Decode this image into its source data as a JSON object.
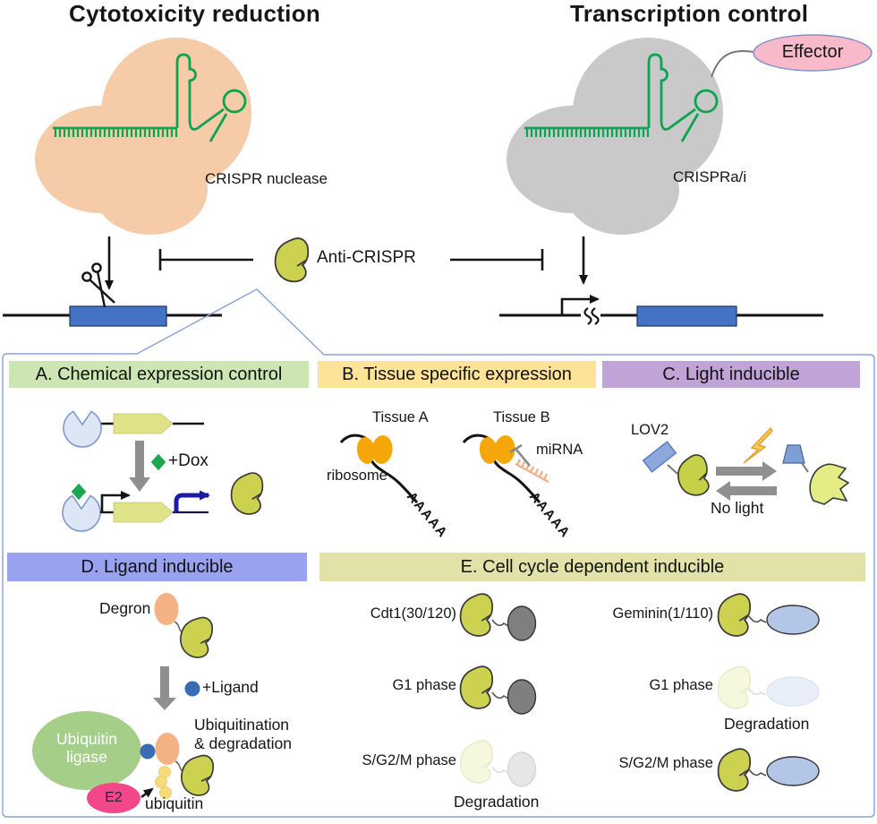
{
  "top": {
    "left_title": "Cytotoxicity reduction",
    "right_title": "Transcription control",
    "crispr_nuclease_label": "CRISPR nuclease",
    "crispra_label": "CRISPRa/i",
    "effector_label": "Effector",
    "anti_crispr_label": "Anti-CRISPR"
  },
  "panel_a": {
    "title": "A. Chemical expression control",
    "dox_label": "+Dox"
  },
  "panel_b": {
    "title": "B. Tissue specific expression",
    "tissue_a_label": "Tissue A",
    "tissue_b_label": "Tissue B",
    "ribosome_label": "ribosome",
    "mirna_label": "miRNA",
    "polya_a": "AAAAA",
    "polya_b": "AAAAA"
  },
  "panel_c": {
    "title": "C. Light inducible",
    "lov2_label": "LOV2",
    "no_light_label": "No light"
  },
  "panel_d": {
    "title": "D. Ligand inducible",
    "degron_label": "Degron",
    "ligand_label": "+Ligand",
    "ubiquitin_ligase_label": "Ubiquitin ligase",
    "ubiquitination_line1": "Ubiquitination",
    "ubiquitination_line2": "& degradation",
    "e2_label": "E2",
    "ubiquitin_label": "ubiquitin"
  },
  "panel_e": {
    "title": "E. Cell cycle dependent inducible",
    "left_column": {
      "fusion_label": "Cdt1(30/120)",
      "g1_label": "G1 phase",
      "sg2m_label": "S/G2/M phase",
      "degradation_label": "Degradation"
    },
    "right_column": {
      "fusion_label": "Geminin(1/110)",
      "g1_label": "G1 phase",
      "degradation_label": "Degradation",
      "sg2m_label": "S/G2/M phase"
    }
  },
  "colors": {
    "nuclease_body": "#f5cba8",
    "crispra_body": "#c9c9c9",
    "sgrna_green": "#0ca351",
    "anti_crispr_fill": "#ccd24f",
    "dna_box_blue": "#4472c4",
    "effector_pink": "#f8b9ca",
    "header_a_green": "#cbe6b2",
    "header_b_gold": "#fce398",
    "header_c_purple": "#c0a4d8",
    "header_d_periwinkle": "#98a2ee",
    "header_e_khaki": "#e2e2a8",
    "ribosome_orange": "#f5a70a",
    "mirna_salmon": "#efb28e",
    "degron_orange": "#f4b183",
    "ligand_blue": "#3a6bb5",
    "ubiquitin_ligase_green": "#a5cf88",
    "e2_pink": "#f24788",
    "ubiquitin_yellow": "#f6da7b",
    "lov2_blue": "#8fa8dc",
    "cdt1_partner_gray": "#7f7f7f",
    "geminin_partner_blue": "#b3c6e7"
  }
}
